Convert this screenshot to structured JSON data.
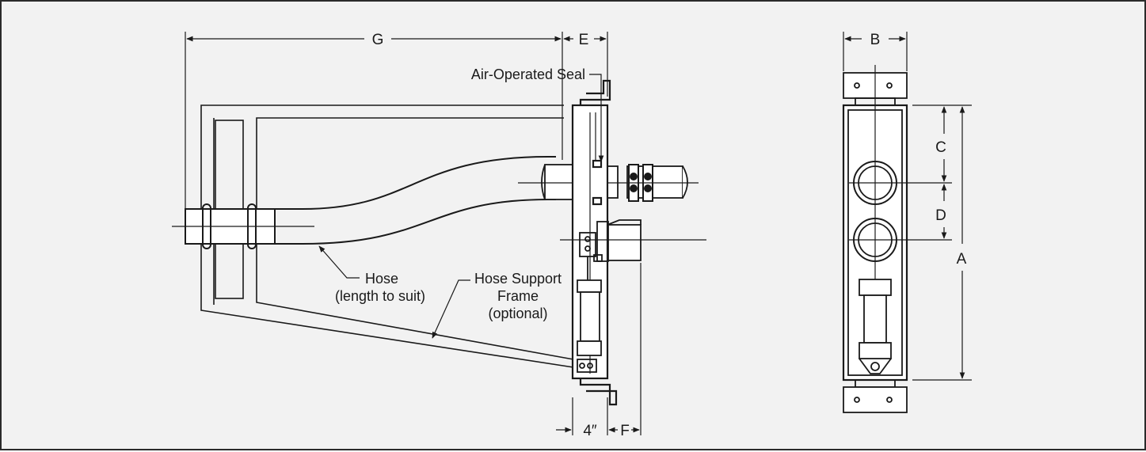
{
  "dimensions": {
    "g": "G",
    "e": "E",
    "b": "B",
    "c": "C",
    "d": "D",
    "a": "A",
    "four_inch": "4″",
    "f": "F"
  },
  "callouts": {
    "air_operated_seal": "Air-Operated Seal",
    "hose_line1": "Hose",
    "hose_line2": "(length to suit)",
    "frame_line1": "Hose Support",
    "frame_line2": "Frame",
    "frame_line3": "(optional)"
  },
  "colors": {
    "line": "#1a1a1a",
    "background": "#f2f2f2",
    "fill": "#ffffff"
  }
}
